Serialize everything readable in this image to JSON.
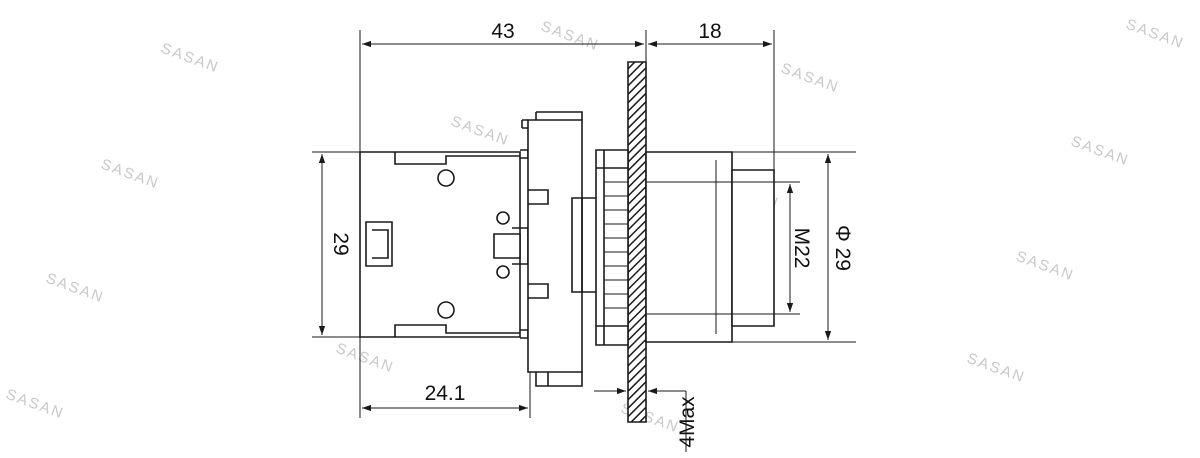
{
  "dimensions": {
    "overall_depth": "43",
    "front_depth": "18",
    "contact_block_height": "29",
    "contact_block_depth": "24.1",
    "thread_size": "M22",
    "bezel_diameter": "Φ 29",
    "panel_thickness": "4Max"
  },
  "watermark": "SASAN",
  "colors": {
    "line": "#1a1a1a",
    "watermark": "#c9c9c9",
    "panel_hatch": "#1a1a1a"
  }
}
